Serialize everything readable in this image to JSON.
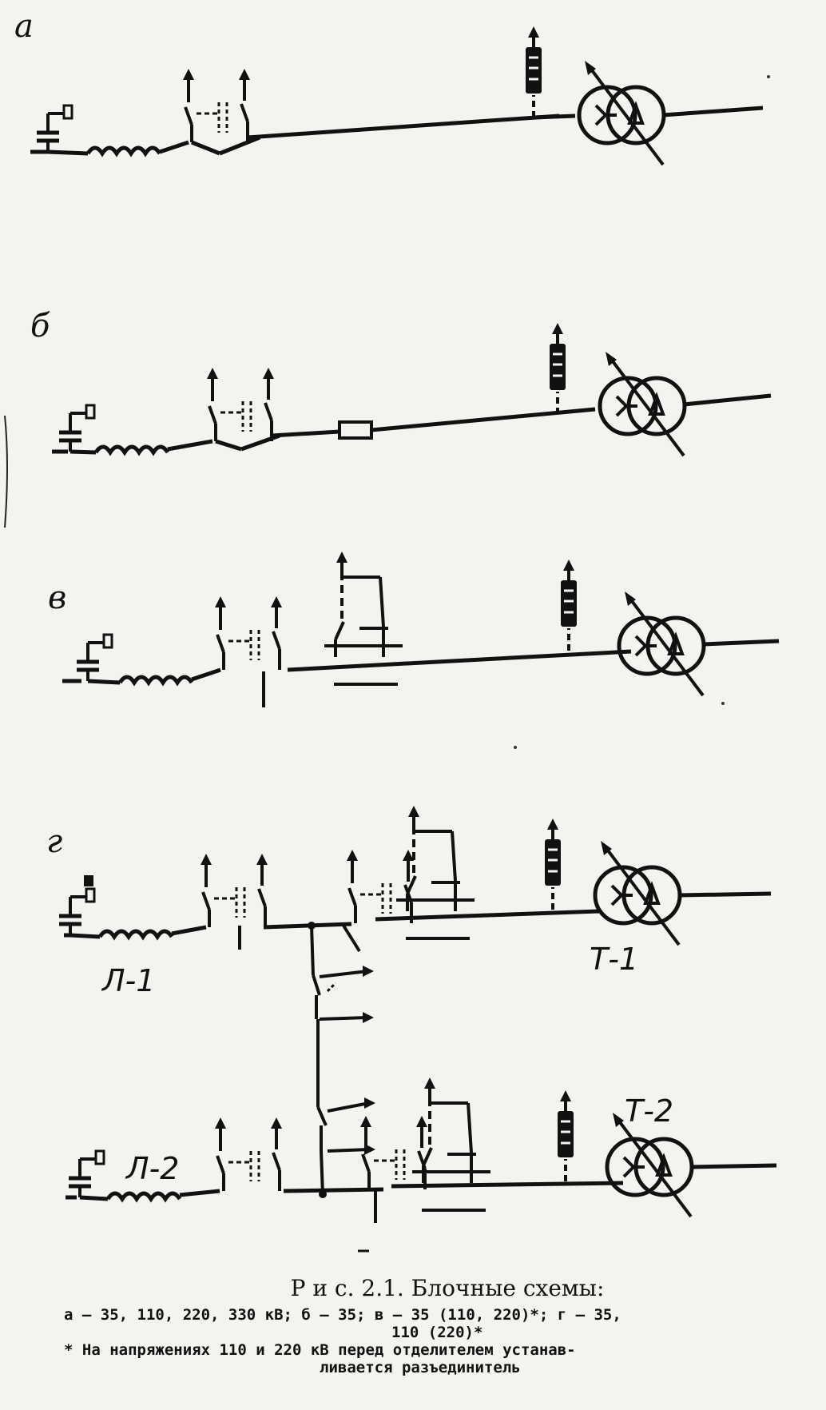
{
  "labels": {
    "a": "а",
    "b": "б",
    "v": "в",
    "g": "г"
  },
  "tags": {
    "l1": "Л-1",
    "l2": "Л-2",
    "t1": "Т-1",
    "t2": "Т-2"
  },
  "caption": {
    "title": "Р и с. 2.1. Блочные схемы:",
    "line1": "а — 35, 110, 220, 330 кВ; б — 35; в — 35 (110, 220)*; г — 35,",
    "line2": "110 (220)*",
    "line3": "* На напряжениях 110 и 220 кВ перед отделителем устанав-",
    "line4": "ливается разъединитель"
  }
}
